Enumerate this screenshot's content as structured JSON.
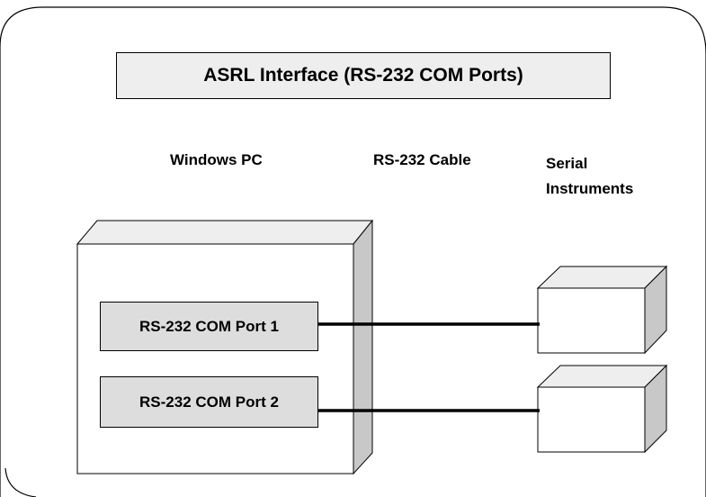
{
  "title": "ASRL Interface (RS-232 COM Ports)",
  "columns": {
    "pc": "Windows PC",
    "cable": "RS-232 Cable",
    "instruments_line1": "Serial",
    "instruments_line2": "Instruments"
  },
  "ports": [
    {
      "label": "RS-232 COM Port 1"
    },
    {
      "label": "RS-232 COM Port 2"
    }
  ],
  "colors": {
    "frame": "#000000",
    "title_fill": "#eeeeee",
    "port_fill": "#dddddd",
    "box_face": "#ffffff",
    "box_top": "#eeeeee",
    "box_side": "#c8c8c8"
  }
}
